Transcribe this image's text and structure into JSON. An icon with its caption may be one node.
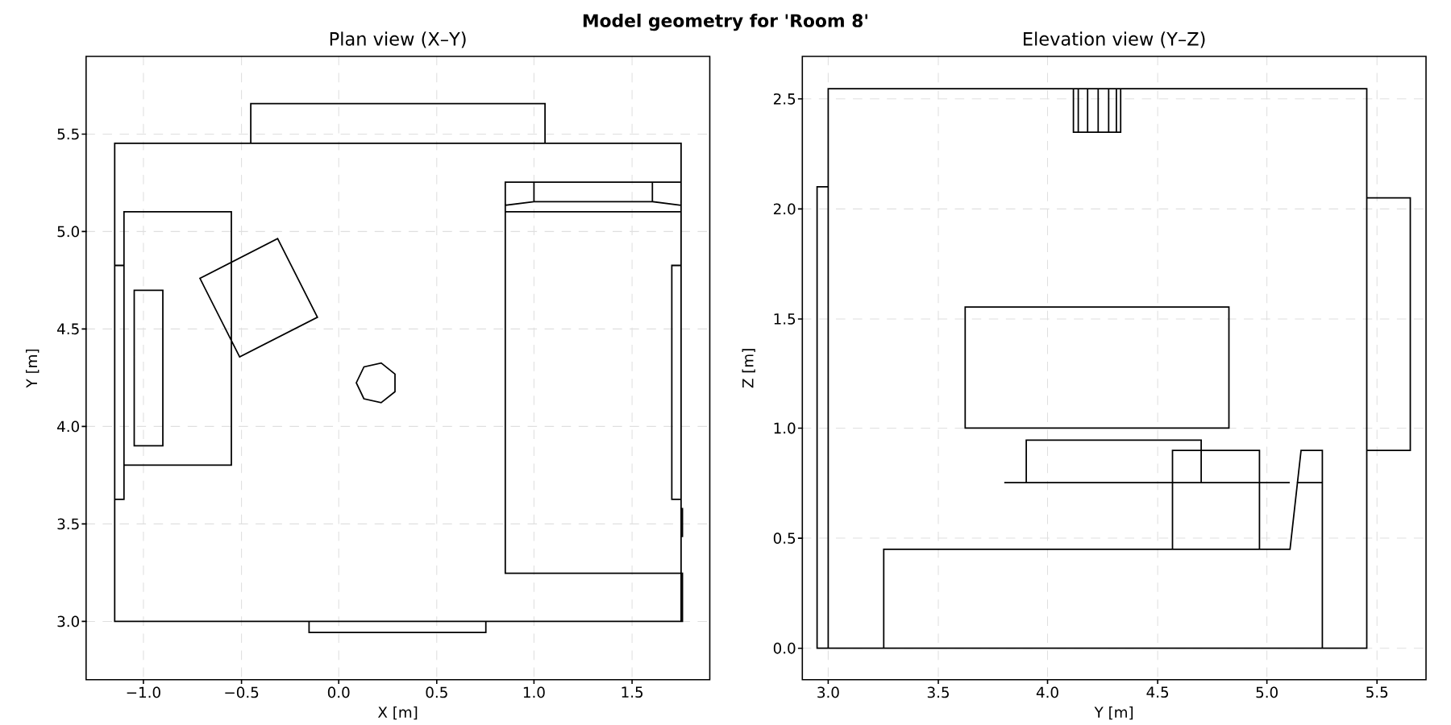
{
  "diagram": {
    "title": "Model geometry for 'Room 8'",
    "labels": [
      "Plan view (X–Y)",
      "Elevation view (Y–Z)",
      "5.5",
      "5.0",
      "4.5",
      "4.0",
      "3.5",
      "3.0",
      "Y [m]",
      "2.5",
      "2.0",
      "1.5",
      "1.0",
      "0.5",
      "0.0",
      "Z [m]",
      "−1.0",
      "−0.5",
      "0.0",
      "0.5",
      "1.0",
      "1.5",
      "X [m]",
      "3.0",
      "3.5",
      "4.0",
      "4.5",
      "5.0",
      "5.5",
      "Y [m]"
    ]
  }
}
